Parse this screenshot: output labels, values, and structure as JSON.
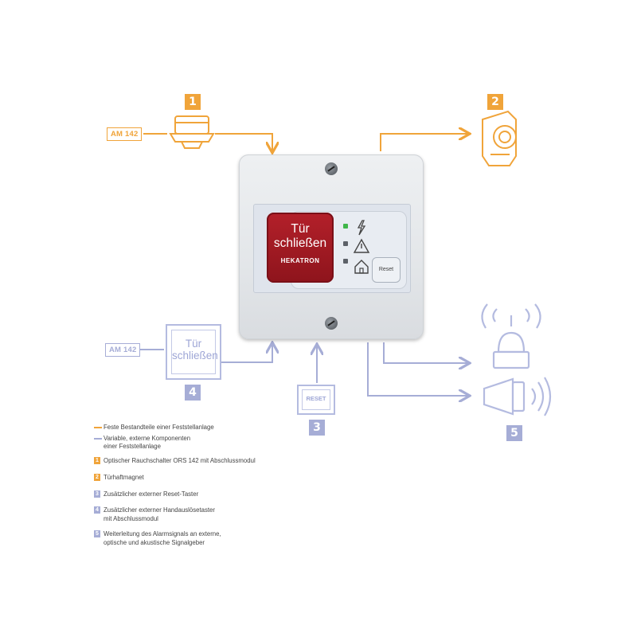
{
  "badges": {
    "b1": "1",
    "b2": "2",
    "b3": "3",
    "b4": "4",
    "b5": "5"
  },
  "inputs": {
    "am_top": "AM 142",
    "am_bottom": "AM 142"
  },
  "device": {
    "button_line1": "Tür",
    "button_line2": "schließen",
    "brand": "HEKATRON",
    "reset_label": "Reset"
  },
  "external": {
    "tuer_line1": "Tür",
    "tuer_line2": "schließen",
    "reset_label": "RESET"
  },
  "legend": {
    "line_orange": "Feste Bestandteile einer Feststellanlage",
    "line_blue_1": "Variable, externe Komponenten",
    "line_blue_2": "einer Feststellanlage",
    "items": [
      {
        "num": "1",
        "text1": "Optischer Rauchschalter ORS 142 mit Abschlussmodul",
        "text2": ""
      },
      {
        "num": "2",
        "text1": "Türhaftmagnet",
        "text2": ""
      },
      {
        "num": "3",
        "text1": "Zusätzlicher externer Reset-Taster",
        "text2": ""
      },
      {
        "num": "4",
        "text1": "Zusätzlicher externer Handauslösetaster",
        "text2": "mit Abschlussmodul"
      },
      {
        "num": "5",
        "text1": "Weiterleitung des Alarmsignals an externe,",
        "text2": "optische und akustische Signalgeber"
      }
    ]
  },
  "colors": {
    "orange": "#f0a43a",
    "blue": "#a6add6",
    "red": "#a01a23"
  }
}
